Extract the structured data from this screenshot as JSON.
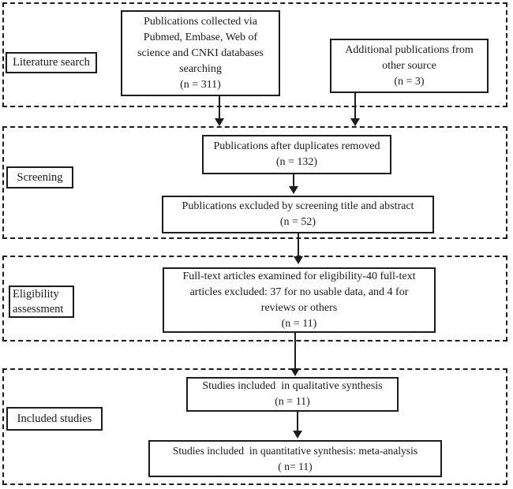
{
  "colors": {
    "ink": "#1a1a1a",
    "paper": "#ffffff"
  },
  "stages": [
    {
      "name": "literature-search",
      "label": [
        "Literature search"
      ]
    },
    {
      "name": "screening",
      "label": [
        "Screening"
      ]
    },
    {
      "name": "eligibility-assessment",
      "label": [
        "Eligibility",
        "assessment"
      ]
    },
    {
      "name": "included-studies",
      "label": [
        "Included studies"
      ]
    }
  ],
  "boxes": {
    "collected": {
      "lines": [
        "Publications collected via",
        "Pubmed, Embase, Web of",
        "science and CNKI databases",
        "searching",
        "(n = 311)"
      ],
      "n": 311
    },
    "additional": {
      "lines": [
        "Additional publications from",
        "other source",
        "(n = 3)"
      ],
      "n": 3
    },
    "duplicates_removed": {
      "lines": [
        "Publications after duplicates removed",
        "(n = 132)"
      ],
      "n": 132
    },
    "screening_excluded": {
      "lines": [
        "Publications excluded by screening title and abstract",
        "(n = 52)"
      ],
      "n": 52
    },
    "fulltext_eligibility": {
      "lines": [
        "Full-text articles examined for eligibility-40 full-text",
        "articles excluded: 37 for no usable data, and 4 for",
        "reviews or others",
        "(n = 11)"
      ],
      "n": 11
    },
    "qualitative_synthesis": {
      "lines": [
        "Studies included  in qualitative synthesis",
        "(n = 11)"
      ],
      "n": 11
    },
    "quantitative_synthesis": {
      "lines": [
        "Studies included  in quantitative synthesis: meta-analysis",
        "( n= 11)"
      ],
      "n": 11
    }
  }
}
